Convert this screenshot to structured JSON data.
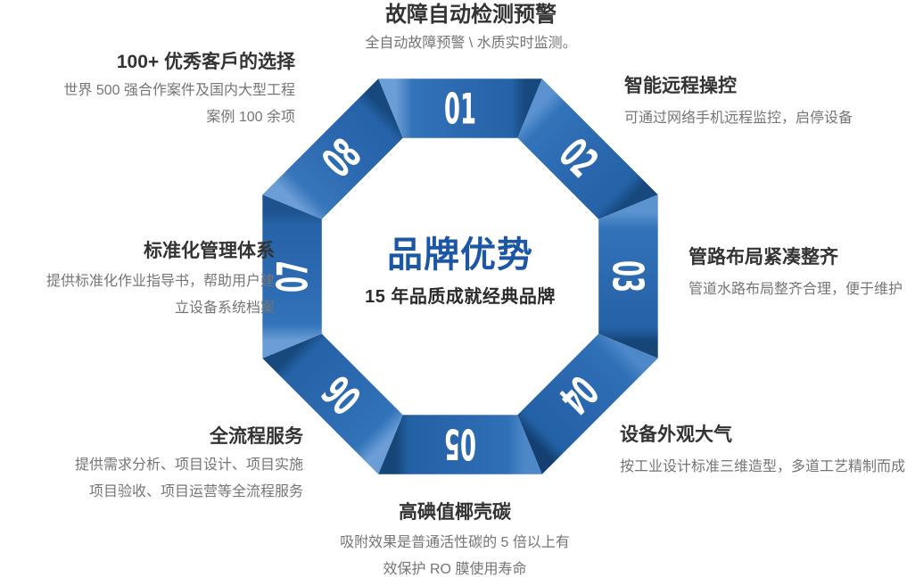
{
  "center": {
    "title": "品牌优势",
    "subtitle": "15 年品质成就经典品牌"
  },
  "colors": {
    "center_title_blue": "#1c57a5",
    "ring_light": "#6b9dd6",
    "ring_mid": "#2b68af",
    "ring_dark": "#17497f",
    "feature_title": "#333333",
    "feature_desc": "#757575",
    "number_text": "#ffffff"
  },
  "features": [
    {
      "num": "01",
      "title": "故障自动检测预警",
      "desc": [
        "全自动故障预警 \\ 水质实时监测。"
      ]
    },
    {
      "num": "02",
      "title": "智能远程操控",
      "desc": [
        "可通过网络手机远程监控，启停设备"
      ]
    },
    {
      "num": "03",
      "title": "管路布局紧凑整齐",
      "desc": [
        "管道水路布局整齐合理，便于维护"
      ]
    },
    {
      "num": "04",
      "title": "设备外观大气",
      "desc": [
        "按工业设计标准三维造型，多道工艺精制而成"
      ]
    },
    {
      "num": "05",
      "title": "高碘值椰壳碳",
      "desc": [
        "吸附效果是普通活性碳的 5 倍以上有",
        "效保护 RO 膜使用寿命"
      ]
    },
    {
      "num": "06",
      "title": "全流程服务",
      "desc": [
        "提供需求分析、项目设计、项目实施",
        "项目验收、项目运营等全流程服务"
      ]
    },
    {
      "num": "07",
      "title": "标准化管理体系",
      "desc": [
        "提供标准化作业指导书，帮助用户建",
        "立设备系统档案"
      ]
    },
    {
      "num": "08",
      "title": "100+ 优秀客戶的选择",
      "desc": [
        "世界 500 强合作案件及国内大型工程",
        "案例 100 余项"
      ]
    }
  ]
}
